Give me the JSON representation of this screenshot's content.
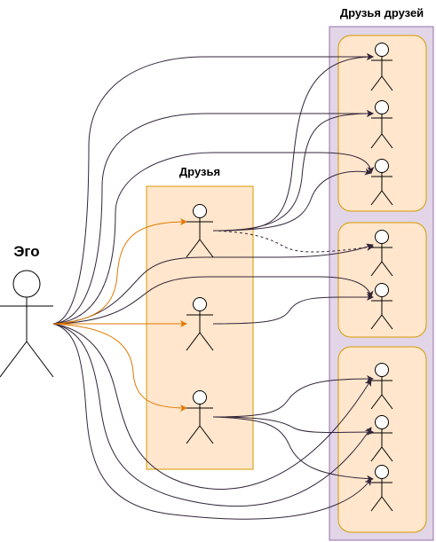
{
  "labels": {
    "ego": "Эго",
    "friends": "Друзья",
    "friends_of_friends": "Друзья друзей"
  },
  "colors": {
    "friends_fill": "#ffe6cc",
    "friends_stroke": "#d79b00",
    "fof_fill": "#e1d5e7",
    "fof_stroke": "#9673a6",
    "ego_to_friend_edge": "#e07800",
    "other_edge": "#33263a"
  },
  "nodes": {
    "ego": {
      "label": "Эго"
    },
    "friends": [
      "friend-1",
      "friend-2",
      "friend-3"
    ],
    "friend_of_friend_groups": [
      [
        "fof-1",
        "fof-2",
        "fof-3"
      ],
      [
        "fof-4",
        "fof-5"
      ],
      [
        "fof-6",
        "fof-7",
        "fof-8"
      ]
    ]
  },
  "edges": [
    {
      "from": "ego",
      "to": "friend-1",
      "style": "orange"
    },
    {
      "from": "ego",
      "to": "friend-2",
      "style": "orange"
    },
    {
      "from": "ego",
      "to": "friend-3",
      "style": "orange"
    },
    {
      "from": "ego",
      "to": "fof-1",
      "style": "solid"
    },
    {
      "from": "ego",
      "to": "fof-2",
      "style": "solid"
    },
    {
      "from": "ego",
      "to": "fof-3",
      "style": "solid"
    },
    {
      "from": "ego",
      "to": "fof-4",
      "style": "solid"
    },
    {
      "from": "ego",
      "to": "fof-5",
      "style": "solid"
    },
    {
      "from": "ego",
      "to": "fof-6",
      "style": "solid"
    },
    {
      "from": "ego",
      "to": "fof-7",
      "style": "solid"
    },
    {
      "from": "ego",
      "to": "fof-8",
      "style": "solid"
    },
    {
      "from": "friend-1",
      "to": "fof-1",
      "style": "solid"
    },
    {
      "from": "friend-1",
      "to": "fof-2",
      "style": "solid"
    },
    {
      "from": "friend-1",
      "to": "fof-3",
      "style": "solid"
    },
    {
      "from": "friend-1",
      "to": "fof-4",
      "style": "dashed"
    },
    {
      "from": "friend-2",
      "to": "fof-5",
      "style": "solid"
    },
    {
      "from": "friend-3",
      "to": "fof-6",
      "style": "solid"
    },
    {
      "from": "friend-3",
      "to": "fof-7",
      "style": "solid"
    },
    {
      "from": "friend-3",
      "to": "fof-8",
      "style": "solid"
    }
  ]
}
